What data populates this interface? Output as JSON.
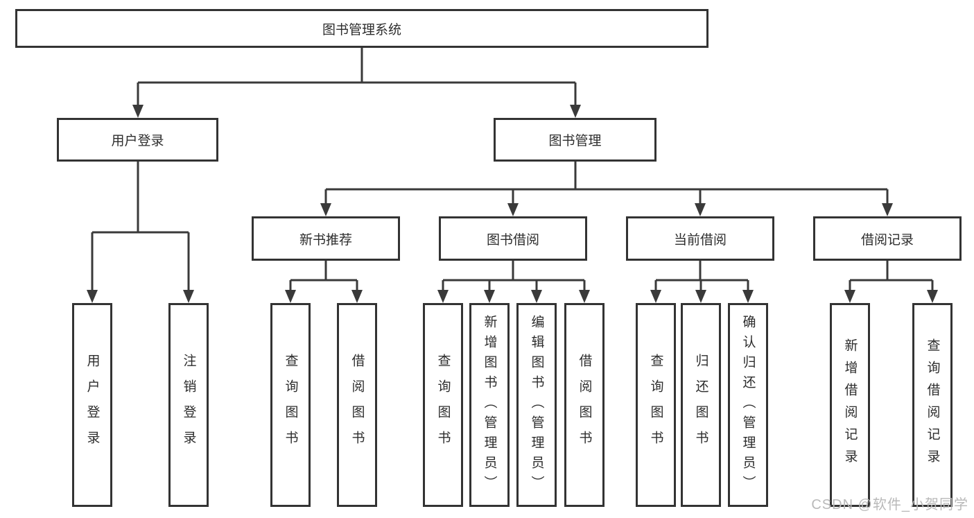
{
  "diagram": {
    "root": {
      "label": "图书管理系统"
    },
    "branches": [
      {
        "label": "用户登录",
        "children": [
          {
            "label": "用户登录"
          },
          {
            "label": "注销登录"
          }
        ]
      },
      {
        "label": "图书管理",
        "sections": [
          {
            "label": "新书推荐",
            "children": [
              {
                "label": "查询图书"
              },
              {
                "label": "借阅图书"
              }
            ]
          },
          {
            "label": "图书借阅",
            "children": [
              {
                "label": "查询图书"
              },
              {
                "label": "新增图书（管理员）"
              },
              {
                "label": "编辑图书（管理员）"
              },
              {
                "label": "借阅图书"
              }
            ]
          },
          {
            "label": "当前借阅",
            "children": [
              {
                "label": "查询图书"
              },
              {
                "label": "归还图书"
              },
              {
                "label": "确认归还（管理员）"
              }
            ]
          },
          {
            "label": "借阅记录",
            "children": [
              {
                "label": "新增借阅记录"
              },
              {
                "label": "查询借阅记录"
              }
            ]
          }
        ]
      }
    ]
  },
  "watermark": {
    "text": "CSDN @软件_小贺同学"
  },
  "colors": {
    "line": "#3a3a3a",
    "box_border": "#333333",
    "box_fill": "#ffffff",
    "text": "#2d2d2d",
    "watermark": "#b9b9b9"
  }
}
